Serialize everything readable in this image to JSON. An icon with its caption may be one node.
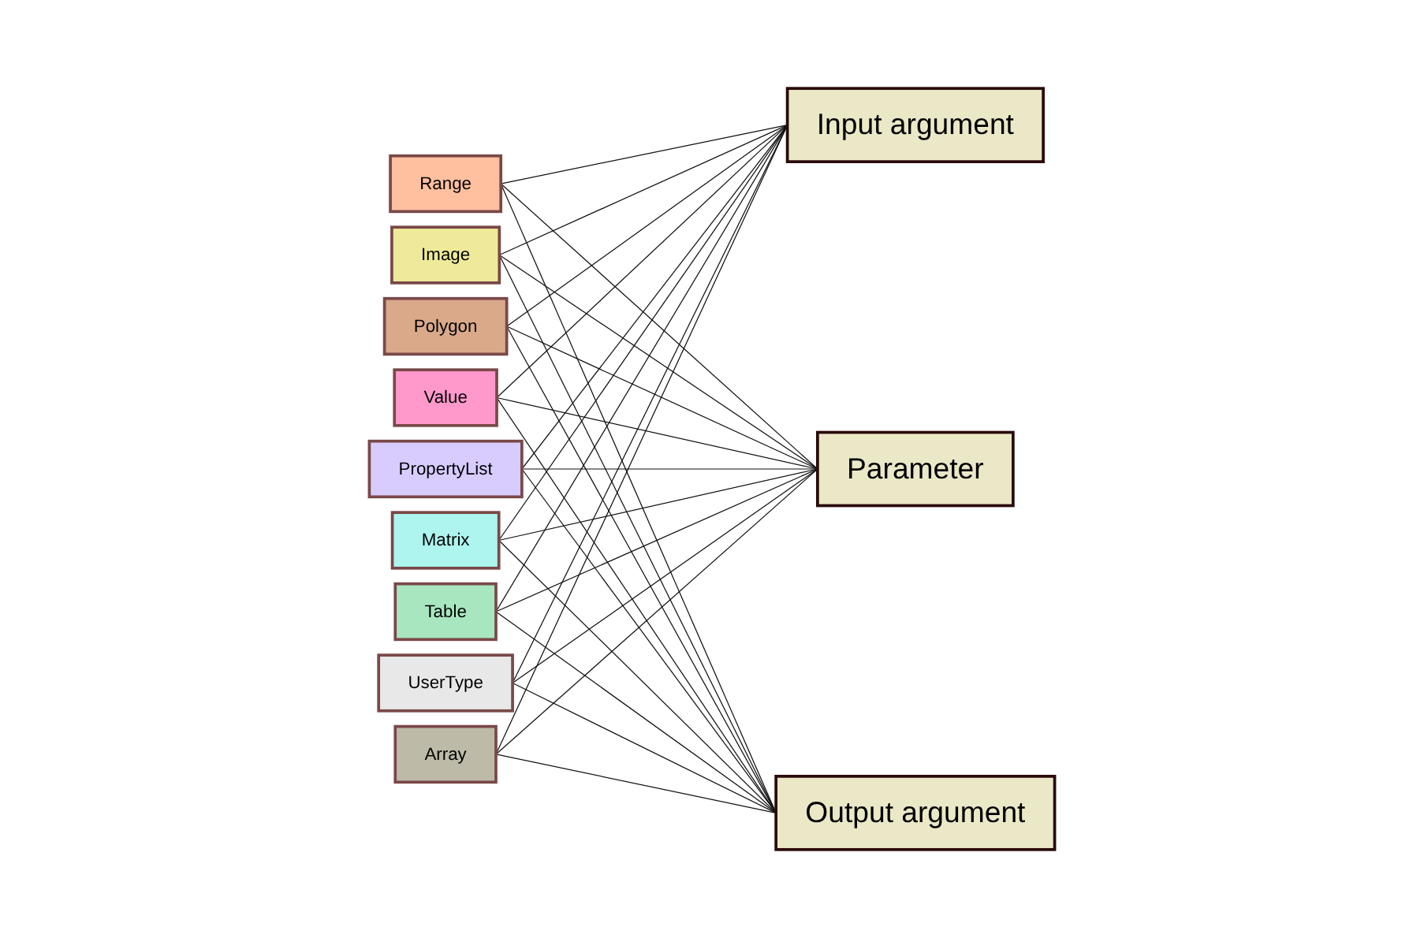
{
  "diagram": {
    "nodes": [
      {
        "text": [
          "Range"
        ]
      },
      {
        "text": [
          "Image"
        ]
      },
      {
        "text": [
          "Polygon"
        ]
      },
      {
        "text": [
          "Value"
        ]
      },
      {
        "text": [
          "PropertyList"
        ]
      },
      {
        "text": [
          "Matrix"
        ]
      },
      {
        "text": [
          "Table"
        ]
      },
      {
        "text": [
          "UserType"
        ]
      },
      {
        "text": [
          "Array"
        ]
      },
      {
        "text": [
          "Input argument"
        ]
      },
      {
        "text": [
          "Parameter"
        ]
      },
      {
        "text": [
          "Output argument"
        ]
      }
    ],
    "edges": [
      {
        "from": 0,
        "to": 9,
        "arrow": "none"
      },
      {
        "from": 0,
        "to": 10,
        "arrow": "none"
      },
      {
        "from": 0,
        "to": 11,
        "arrow": "none"
      },
      {
        "from": 1,
        "to": 9,
        "arrow": "none"
      },
      {
        "from": 1,
        "to": 10,
        "arrow": "none"
      },
      {
        "from": 1,
        "to": 11,
        "arrow": "none"
      },
      {
        "from": 2,
        "to": 9,
        "arrow": "none"
      },
      {
        "from": 2,
        "to": 10,
        "arrow": "none"
      },
      {
        "from": 2,
        "to": 11,
        "arrow": "none"
      },
      {
        "from": 3,
        "to": 9,
        "arrow": "none"
      },
      {
        "from": 3,
        "to": 10,
        "arrow": "none"
      },
      {
        "from": 3,
        "to": 11,
        "arrow": "none"
      },
      {
        "from": 4,
        "to": 9,
        "arrow": "none"
      },
      {
        "from": 4,
        "to": 10,
        "arrow": "none"
      },
      {
        "from": 4,
        "to": 11,
        "arrow": "none"
      },
      {
        "from": 5,
        "to": 9,
        "arrow": "none"
      },
      {
        "from": 5,
        "to": 10,
        "arrow": "none"
      },
      {
        "from": 5,
        "to": 11,
        "arrow": "none"
      },
      {
        "from": 6,
        "to": 9,
        "arrow": "none"
      },
      {
        "from": 6,
        "to": 10,
        "arrow": "none"
      },
      {
        "from": 6,
        "to": 11,
        "arrow": "none"
      },
      {
        "from": 7,
        "to": 9,
        "arrow": "none"
      },
      {
        "from": 7,
        "to": 10,
        "arrow": "none"
      },
      {
        "from": 7,
        "to": 11,
        "arrow": "none"
      },
      {
        "from": 8,
        "to": 9,
        "arrow": "none"
      },
      {
        "from": 8,
        "to": 10,
        "arrow": "none"
      },
      {
        "from": 8,
        "to": 11,
        "arrow": "none"
      }
    ]
  }
}
